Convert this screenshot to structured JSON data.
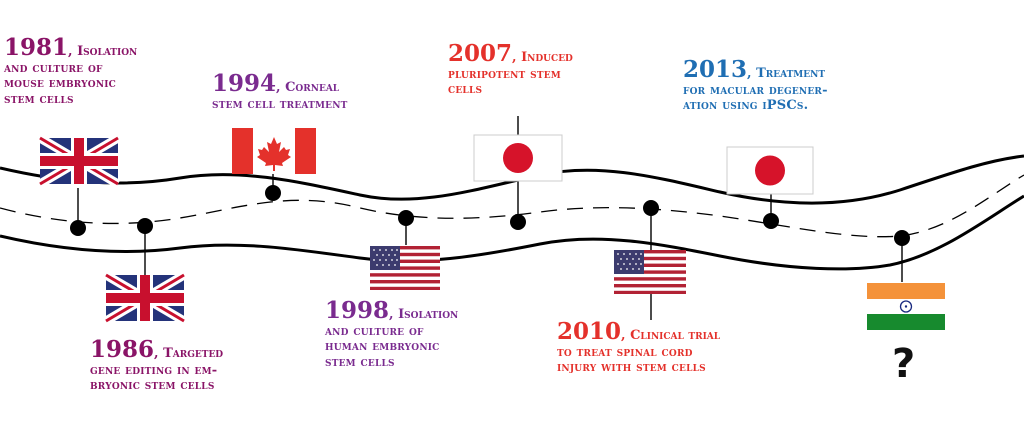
{
  "colors": {
    "red": "#e4312b",
    "purple_dark": "#8a1467",
    "purple": "#7a2b8f",
    "blue": "#1f6eb3",
    "black": "#111111"
  },
  "milestones": [
    {
      "year": "1981",
      "text_first": ", Isolation",
      "text_rest": [
        "and culture of",
        "mouse embryonic",
        "stem cells"
      ],
      "flag": "uk-flag",
      "color": "purple_dark"
    },
    {
      "year": "1986",
      "text_first": ", Targeted",
      "text_rest": [
        "gene editing in em-",
        "bryonic stem cells"
      ],
      "flag": "uk-flag",
      "color": "purple_dark"
    },
    {
      "year": "1994",
      "text_first": ", Corneal",
      "text_rest": [
        "stem cell treatment"
      ],
      "flag": "canada-flag",
      "color": "purple"
    },
    {
      "year": "1998",
      "text_first": ", Isolation",
      "text_rest": [
        "and culture of",
        "human embryonic",
        "stem cells"
      ],
      "flag": "usa-flag",
      "color": "purple"
    },
    {
      "year": "2007",
      "text_first": ", Induced",
      "text_rest": [
        "pluripotent stem",
        "cells"
      ],
      "flag": "japan-flag",
      "color": "red"
    },
    {
      "year": "2010",
      "text_first": ", Clinical trial",
      "text_rest": [
        "to treat spinal cord",
        "injury with stem cells"
      ],
      "flag": "usa-flag",
      "color": "red"
    },
    {
      "year": "2013",
      "text_first": ", Treatment",
      "text_rest": [
        "for macular degener-",
        "ation using iPSCs."
      ],
      "flag": "japan-flag",
      "color": "blue"
    },
    {
      "year": "",
      "text_first": "",
      "text_rest": [],
      "flag": "india-flag",
      "color": "black"
    }
  ],
  "future": {
    "mark": "?"
  }
}
